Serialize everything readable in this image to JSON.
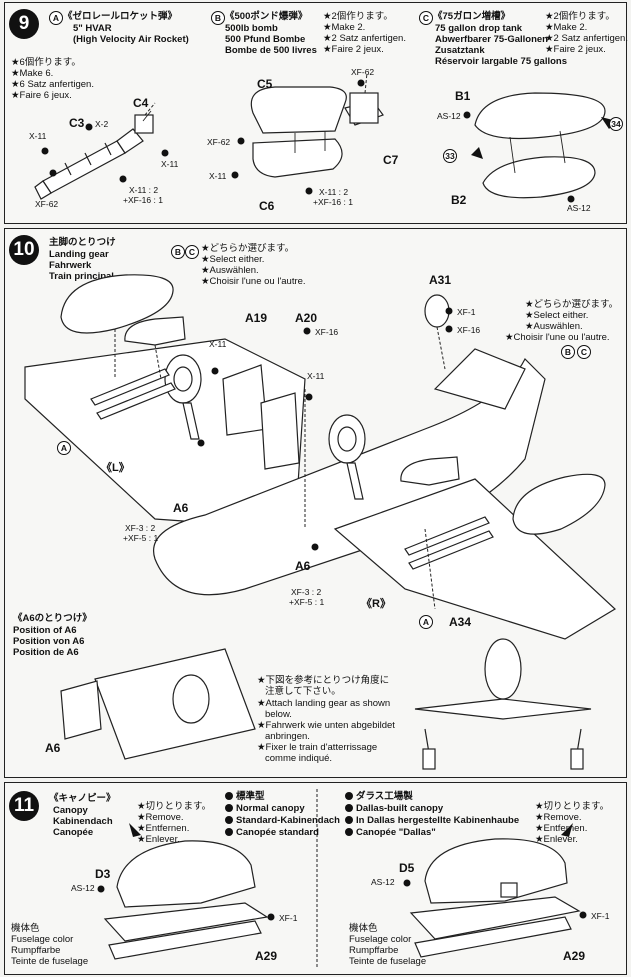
{
  "step9": {
    "number": "9",
    "a": {
      "key": "A",
      "title_jp": "《ゼロレールロケット弾》",
      "lines": [
        "5\" HVAR",
        "(High Velocity Air Rocket)"
      ],
      "notes": [
        "★6個作ります。",
        "★Make 6.",
        "★6 Satz anfertigen.",
        "★Faire 6 jeux."
      ]
    },
    "b": {
      "key": "B",
      "title_jp": "《500ポンド爆弾》",
      "lines": [
        "500lb bomb",
        "500 Pfund Bombe",
        "Bombe de 500 livres"
      ],
      "notes": [
        "★2個作ります。",
        "★Make 2.",
        "★2 Satz anfertigen.",
        "★Faire 2 jeux."
      ]
    },
    "c": {
      "key": "C",
      "title_jp": "《75ガロン増槽》",
      "lines": [
        "75 gallon drop tank",
        "Abwerfbarer 75-Gallonen",
        "Zusatztank",
        "Réservoir largable 75 gallons"
      ],
      "notes": [
        "★2個作ります。",
        "★Make 2.",
        "★2 Satz anfertigen.",
        "★Faire 2 jeux."
      ]
    },
    "parts": [
      "C4",
      "C3",
      "C5",
      "C6",
      "C7",
      "B1",
      "B2"
    ],
    "paints": [
      "X-2",
      "X-11",
      "X-11",
      "XF-62",
      "X-11 : 2",
      "+XF-16 : 1",
      "XF-62",
      "XF-62",
      "X-11",
      "X-11 : 2",
      "+XF-16 : 1",
      "AS-12",
      "AS-12"
    ],
    "refs": [
      "33",
      "34"
    ]
  },
  "step10": {
    "number": "10",
    "title_jp": "主脚のとりつけ",
    "title_lines": [
      "Landing gear",
      "Fahrwerk",
      "Train principal"
    ],
    "select_keys": [
      "B",
      "C"
    ],
    "select_notes": [
      "★どちらか選びます。",
      "★Select either.",
      "★Auswählen.",
      "★Choisir l'une ou l'autre."
    ],
    "parts": [
      "A19",
      "A20",
      "A31",
      "A6",
      "A6",
      "A34",
      "A6"
    ],
    "paints": [
      "XF-16",
      "X-11",
      "X-11",
      "XF-1",
      "XF-16",
      "XF-3 : 2",
      "+XF-5 : 1",
      "XF-3 : 2",
      "+XF-5 : 1"
    ],
    "left": "《L》",
    "right": "《R》",
    "marker_a": "A",
    "inset_title_jp": "《A6のとりつけ》",
    "inset_lines": [
      "Position of A6",
      "Position von A6",
      "Position de A6"
    ],
    "attach_notes": [
      "★下図を参考にとりつけ角度に",
      "注意して下さい。",
      "★Attach landing gear as shown",
      "below.",
      "★Fahrwerk wie unten abgebildet",
      "anbringen.",
      "★Fixer le train d'atterrissage",
      "comme indiqué."
    ]
  },
  "step11": {
    "number": "11",
    "title_jp": "《キャノピー》",
    "title_lines": [
      "Canopy",
      "Kabinendach",
      "Canopée"
    ],
    "remove_notes": [
      "★切りとります。",
      "★Remove.",
      "★Entfernen.",
      "★Enlever."
    ],
    "standard": [
      "標準型",
      "Normal canopy",
      "Standard-Kabinendach",
      "Canopée standard"
    ],
    "dallas": [
      "ダラス工場製",
      "Dallas-built canopy",
      "In Dallas hergestellte Kabinenhaube",
      "Canopée \"Dallas\""
    ],
    "fuselage": [
      "機体色",
      "Fuselage color",
      "Rumpffarbe",
      "Teinte de fuselage"
    ],
    "parts": [
      "D3",
      "A29",
      "D5",
      "A29"
    ],
    "paints": [
      "AS-12",
      "XF-1",
      "AS-12",
      "XF-1"
    ]
  }
}
